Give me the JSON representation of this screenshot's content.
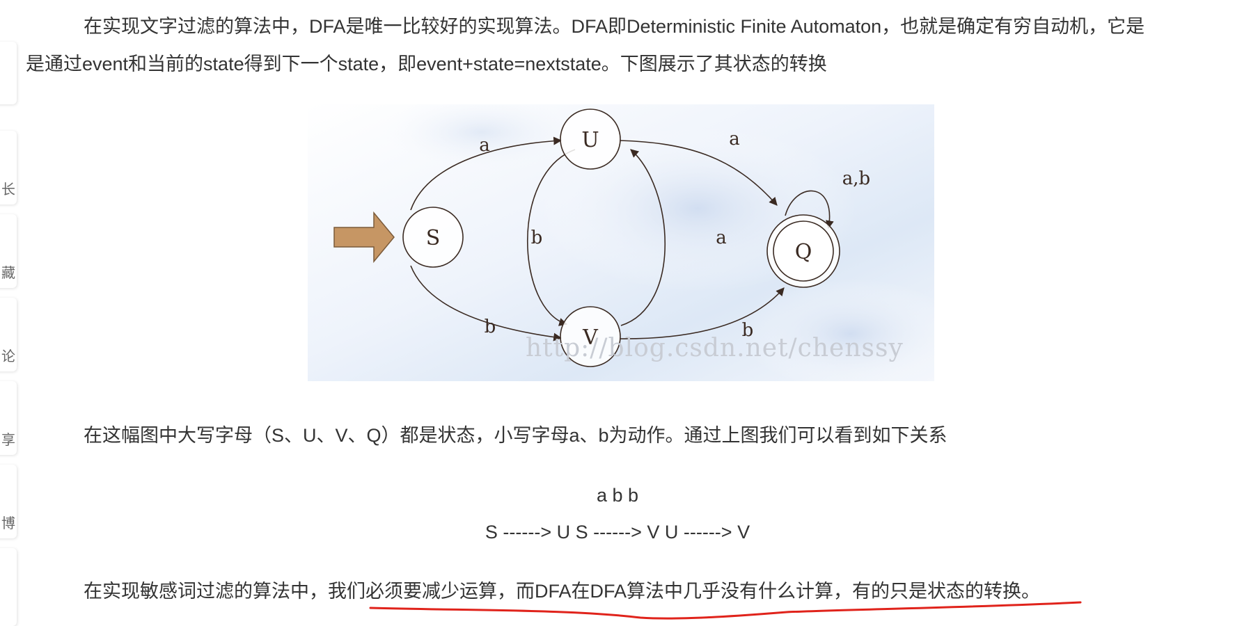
{
  "sidebar": {
    "tabs": [
      {
        "label": ""
      },
      {
        "label": "长"
      },
      {
        "label": "藏"
      },
      {
        "label": "论"
      },
      {
        "label": "享"
      },
      {
        "label": "博"
      },
      {
        "label": ""
      }
    ]
  },
  "article": {
    "intro_line1": "在实现文字过滤的算法中，DFA是唯一比较好的实现算法。DFA即Deterministic Finite Automaton，也就是确定有穷自动机，它是",
    "intro_line2": "是通过event和当前的state得到下一个state，即event+state=nextstate。下图展示了其状态的转换",
    "caption": "在这幅图中大写字母（S、U、V、Q）都是状态，小写字母a、b为动作。通过上图我们可以看到如下关系",
    "relation_actions": "a b b",
    "relation_transitions": "S ------> U S ------> V U ------> V",
    "conclusion_plain": "在实现敏感词过滤的算法中，我们",
    "conclusion_underlined": "必须要减少运算，而DFA在DFA算法中几乎没有什么计算，有的只是状态的转换。"
  },
  "diagram": {
    "states": {
      "S": "S",
      "U": "U",
      "V": "V",
      "Q": "Q"
    },
    "edges": {
      "s_to_u": "a",
      "s_to_v": "b",
      "u_to_q": "a",
      "u_to_v": "b",
      "v_to_u": "a",
      "v_to_q": "b",
      "q_loop": "a,b"
    },
    "watermark": "http://blog.csdn.net/chenssy"
  },
  "colors": {
    "text": "#333333",
    "diagram_line": "#3a2a22",
    "start_arrow": "#c69664",
    "underline": "#e0231b",
    "watermark": "#c8ccd4"
  }
}
